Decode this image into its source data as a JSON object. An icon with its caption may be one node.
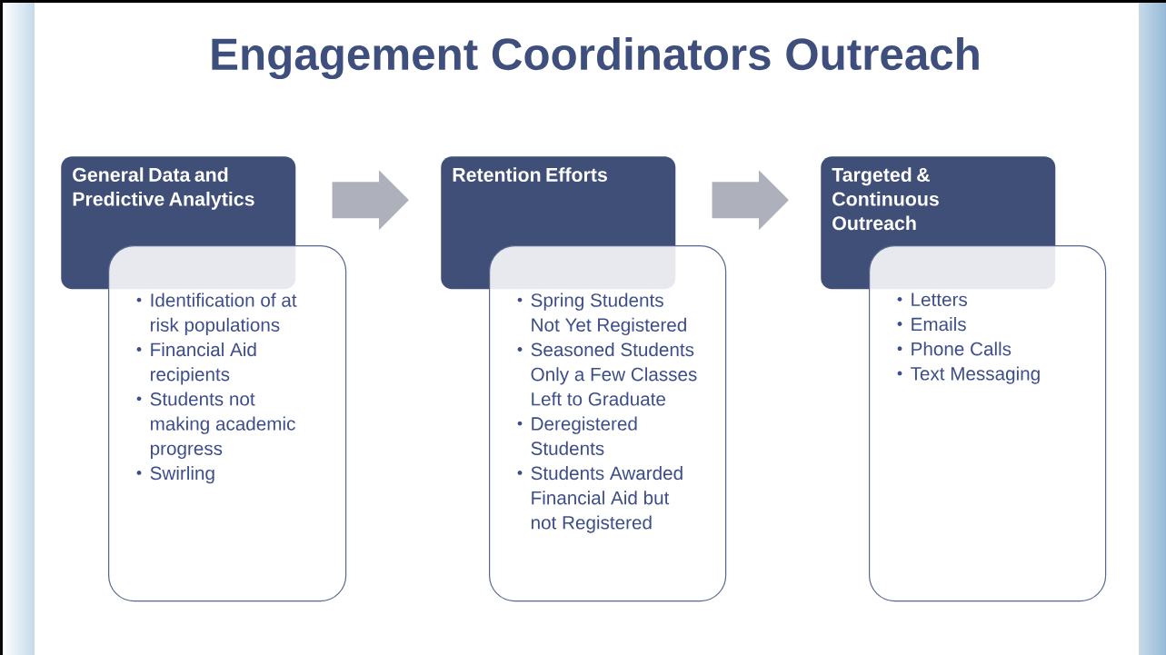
{
  "diagram": {
    "title": "Engagement Coordinators Outreach",
    "nodes": [
      {
        "text": [
          "General Data and Predictive Analytics"
        ]
      },
      {
        "text": [
          "Identification of at risk populations",
          "Financial Aid recipients",
          "Students not making academic progress",
          "Swirling"
        ]
      },
      {
        "text": [
          "Retention Efforts"
        ]
      },
      {
        "text": [
          "Spring Students Not Yet Registered",
          "Seasoned Students Only a Few Classes Left to Graduate",
          "Deregistered Students",
          "Students Awarded Financial Aid but not Registered"
        ]
      },
      {
        "text": [
          "Targeted & Continuous Outreach"
        ]
      },
      {
        "text": [
          "Letters",
          "Emails",
          "Phone Calls",
          "Text Messaging"
        ]
      }
    ],
    "edges": [
      {
        "from": 0,
        "to": 2,
        "arrow": "to"
      },
      {
        "from": 2,
        "to": 4,
        "arrow": "to"
      }
    ]
  }
}
